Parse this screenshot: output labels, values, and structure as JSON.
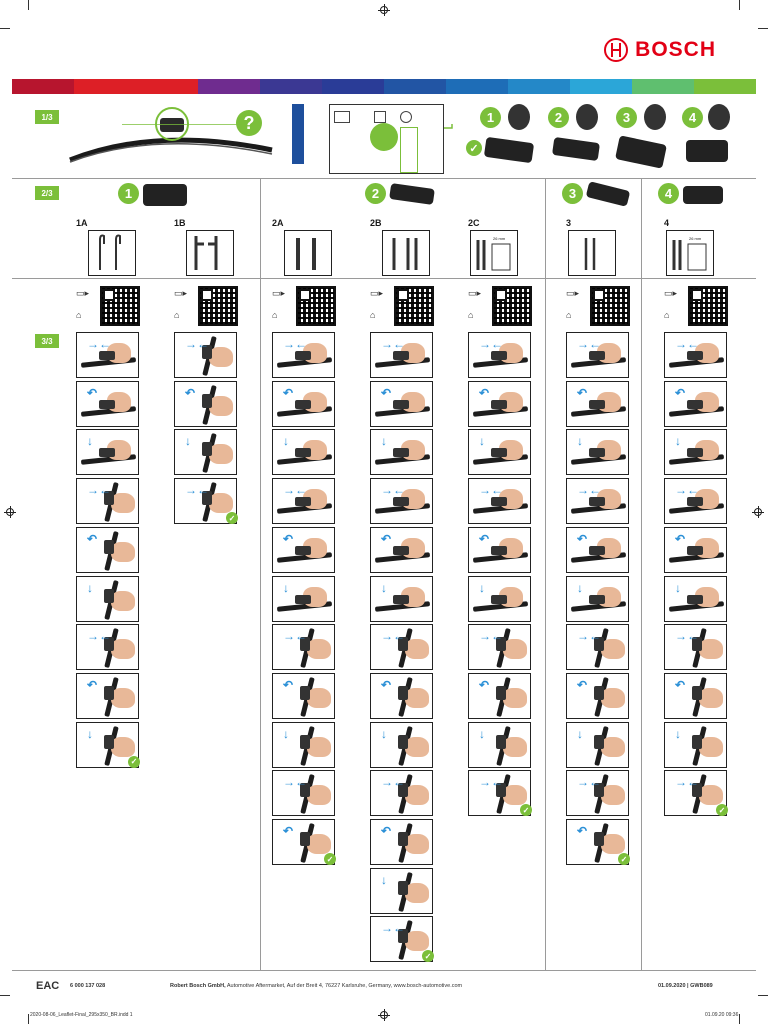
{
  "brand": {
    "name": "BOSCH",
    "color": "#e20015"
  },
  "rainbow_colors": [
    "#b7152e",
    "#dd1f26",
    "#dd1f26",
    "#6f2c8f",
    "#3b3893",
    "#2a3c97",
    "#2255a4",
    "#1e6db7",
    "#2488c8",
    "#2ba6d8",
    "#5fbf6f",
    "#7bbf3a"
  ],
  "steps": {
    "s1": "1/3",
    "s2": "2/3",
    "s3": "3/3"
  },
  "adapter_numbers": [
    "1",
    "2",
    "3",
    "4"
  ],
  "question_mark": "?",
  "variants": [
    "1A",
    "1B",
    "2A",
    "2B",
    "2C",
    "3",
    "4"
  ],
  "dimension_label": "26 mm",
  "accent_color": "#7bbf3a",
  "icons": {
    "video": "video-camera-icon",
    "photo": "camera-icon",
    "check": "checkmark-icon"
  },
  "footer": {
    "part_number": "6 000 137 028",
    "company": "Robert Bosch GmbH,",
    "address": " Automotive Aftermarket, Auf der Breit 4, 76227 Karlsruhe, Germany, www.bosch-automotive.com",
    "date_code": "01.09.2020 | GWB089",
    "file_name": "2020-08-06_Leaflet-Final_295x350_BR.indd   1",
    "file_date": "01.09.20   09:36",
    "cert_mark": "EAC"
  }
}
